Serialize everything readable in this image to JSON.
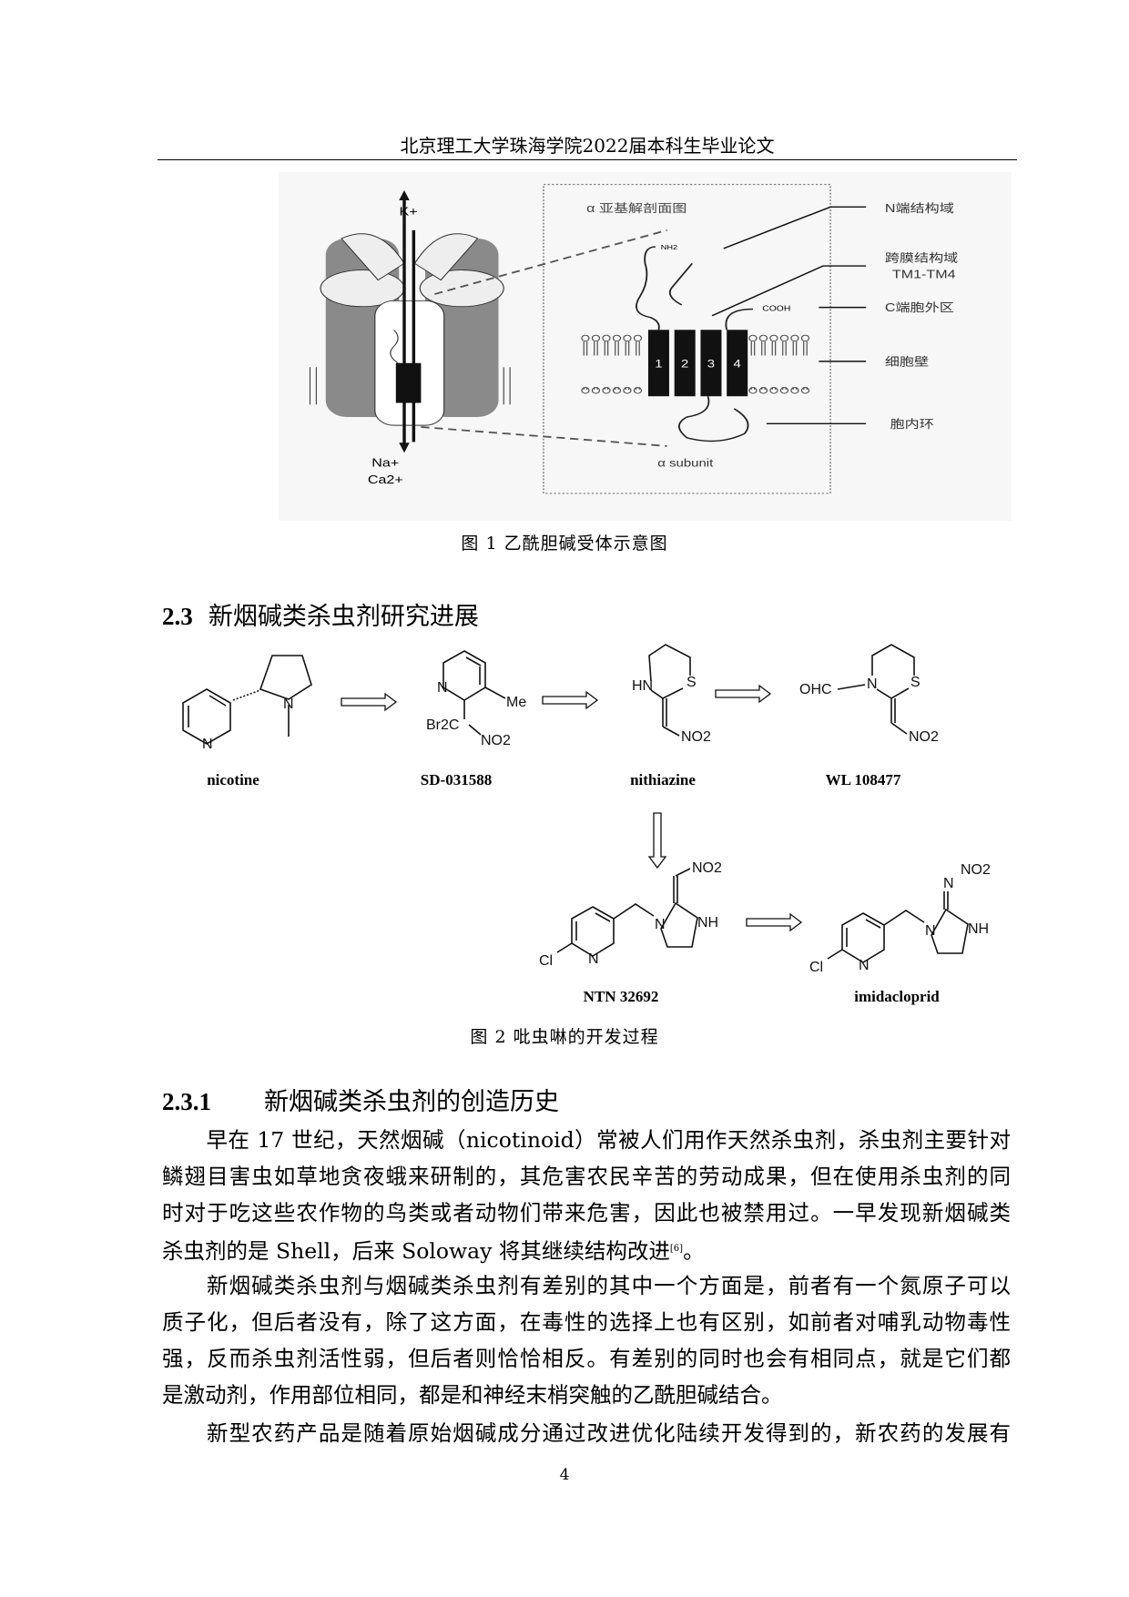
{
  "header": {
    "title": "北京理工大学珠海学院2022届本科生毕业论文"
  },
  "figure1": {
    "panel_title": "α 亚基解剖面图",
    "subunit_label": "α subunit",
    "ion_top": "K+",
    "ion_bottom_1": "Na+",
    "ion_bottom_2": "Ca2+",
    "nh2": "NH2",
    "cooh": "COOH",
    "helices": [
      "1",
      "2",
      "3",
      "4"
    ],
    "callouts": [
      "N端结构域",
      "跨膜结构域",
      "TM1-TM4",
      "C端胞外区",
      "细胞壁",
      "胞内环"
    ],
    "caption": "图 1  乙酰胆碱受体示意图"
  },
  "section_2_3": {
    "number": "2.3",
    "title": "新烟碱类杀虫剂研究进展"
  },
  "figure2": {
    "compounds": [
      "nicotine",
      "SD-031588",
      "nithiazine",
      "WL 108477",
      "NTN 32692",
      "imidacloprid"
    ],
    "atoms": {
      "N": "N",
      "HN": "HN",
      "S": "S",
      "NH": "NH",
      "Me": "Me",
      "Br2C": "Br2C",
      "NO2": "NO2",
      "OHC": "OHC",
      "Cl": "Cl"
    },
    "caption": "图 2  吡虫啉的开发过程"
  },
  "section_2_3_1": {
    "number": "2.3.1",
    "title": "新烟碱类杀虫剂的创造历史",
    "paragraphs": [
      {
        "lines": [
          "早在 17 世纪，天然烟碱（nicotinoid）常被人们用作天然杀虫剂，杀虫剂主要针对",
          "鳞翅目害虫如草地贪夜蛾来研制的，其危害农民辛苦的劳动成果，但在使用杀虫剂的同",
          "时对于吃这些农作物的鸟类或者动物们带来危害，因此也被禁用过。一早发现新烟碱类",
          "杀虫剂的是 Shell，后来 Soloway 将其继续结构改进"
        ],
        "citation": "[6]",
        "end": "。"
      },
      {
        "lines": [
          "新烟碱类杀虫剂与烟碱类杀虫剂有差别的其中一个方面是，前者有一个氮原子可以",
          "质子化，但后者没有，除了这方面，在毒性的选择上也有区别，如前者对哺乳动物毒性",
          "强，反而杀虫剂活性弱，但后者则恰恰相反。有差别的同时也会有相同点，就是它们都",
          "是激动剂，作用部位相同，都是和神经末梢突触的乙酰胆碱结合。"
        ]
      },
      {
        "lines": [
          "新型农药产品是随着原始烟碱成分通过改进优化陆续开发得到的，新农药的发展有"
        ]
      }
    ]
  },
  "page_number": "4"
}
